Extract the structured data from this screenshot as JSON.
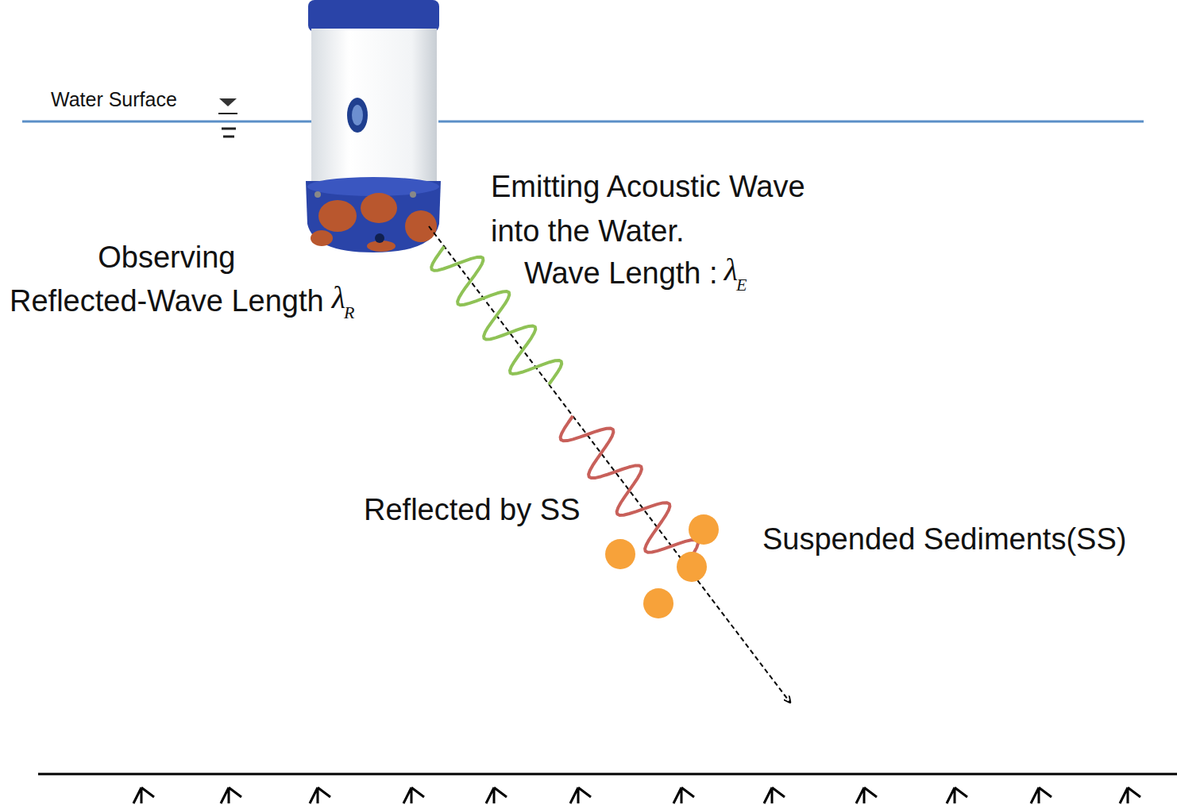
{
  "diagram": {
    "labels": [
      "Water Surface",
      "Emitting Acoustic Wave into the Water.",
      "Wave Length :",
      "λ",
      "E",
      "Observing",
      "Reflected-Wave Length",
      "λ",
      "R",
      "Reflected by SS",
      "Suspended Sediments(SS)"
    ]
  }
}
